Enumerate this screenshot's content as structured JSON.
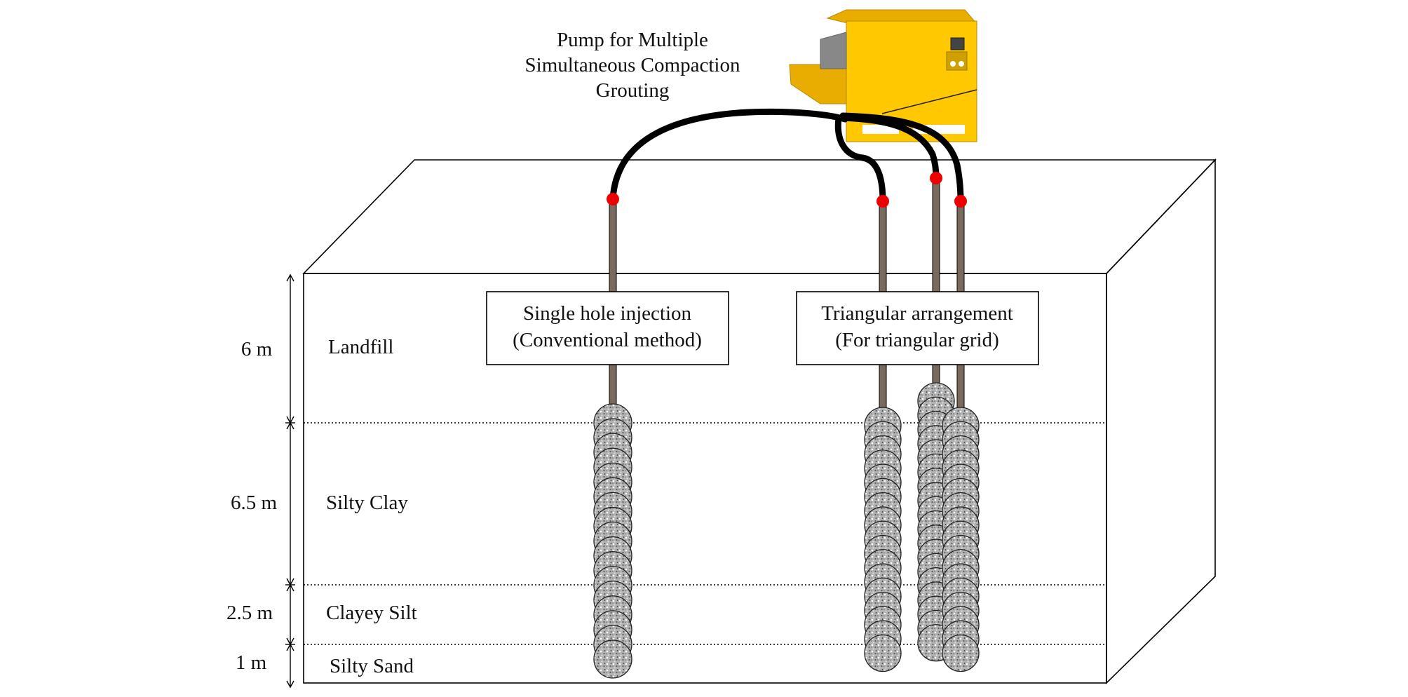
{
  "pump": {
    "title_lines": [
      "Pump for Multiple",
      "Simultaneous Compaction",
      "Grouting"
    ],
    "body_color": "#ffc800",
    "side_color": "#e8ad00",
    "panel_color": "#cfa000",
    "chute_color": "#888888"
  },
  "hose_color": "#000000",
  "joint_color": "#ee0000",
  "rod_color": "#7a6a5e",
  "labels": {
    "single": [
      "Single hole injection",
      "(Conventional method)"
    ],
    "triangular": [
      "Triangular arrangement",
      "(For triangular grid)"
    ]
  },
  "layers": [
    {
      "name": "Landfill",
      "thickness": "6 m"
    },
    {
      "name": "Silty Clay",
      "thickness": "6.5 m"
    },
    {
      "name": "Clayey Silt",
      "thickness": "2.5 m"
    },
    {
      "name": "Silty Sand",
      "thickness": "1 m"
    }
  ]
}
